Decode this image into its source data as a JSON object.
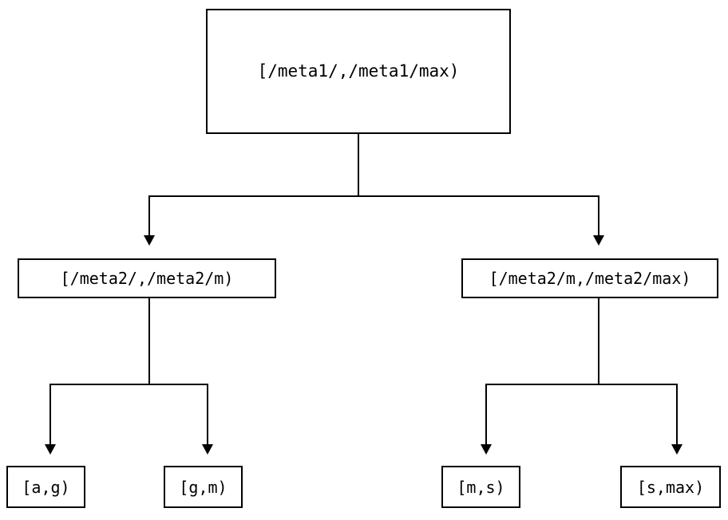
{
  "diagram": {
    "type": "tree",
    "orientation": "top-down",
    "background_color": "#ffffff",
    "line_color": "#000000",
    "text_color": "#000000",
    "nodes": {
      "root": {
        "label": "[/meta1/,/meta1/max)"
      },
      "meta2_low": {
        "label": "[/meta2/,/meta2/m)"
      },
      "meta2_high": {
        "label": "[/meta2/m,/meta2/max)"
      },
      "leaf_ag": {
        "label": "[a,g)"
      },
      "leaf_gm": {
        "label": "[g,m)"
      },
      "leaf_ms": {
        "label": "[m,s)"
      },
      "leaf_smax": {
        "label": "[s,max)"
      }
    },
    "edges": [
      {
        "from": "root",
        "to": "meta2_low",
        "arrow": "down-triangle"
      },
      {
        "from": "root",
        "to": "meta2_high",
        "arrow": "down-triangle"
      },
      {
        "from": "meta2_low",
        "to": "leaf_ag",
        "arrow": "down-triangle"
      },
      {
        "from": "meta2_low",
        "to": "leaf_gm",
        "arrow": "down-triangle"
      },
      {
        "from": "meta2_high",
        "to": "leaf_ms",
        "arrow": "down-triangle"
      },
      {
        "from": "meta2_high",
        "to": "leaf_smax",
        "arrow": "down-triangle"
      }
    ]
  }
}
